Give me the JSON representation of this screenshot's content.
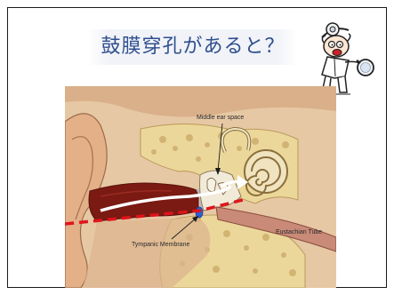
{
  "slide": {
    "title": "鼓膜穿孔があると？"
  },
  "figure": {
    "labels": {
      "middle_ear_space": "Middle ear space",
      "tympanic_membrane": "Tympanic Membrane",
      "eustachian_tube": "Eustachian Tube"
    }
  },
  "colors": {
    "title": "#2f4f8f",
    "frame": "#1a1a1a",
    "tissue": "#e8c7a0",
    "bone": "#e9d89a",
    "canal": "#7a1a12",
    "airflow_arrow": "#ffffff",
    "infection_path": "#e0141b",
    "membrane": "#2f5fd0"
  },
  "icons": {
    "doctor": "doctor-with-magnifier-icon"
  }
}
